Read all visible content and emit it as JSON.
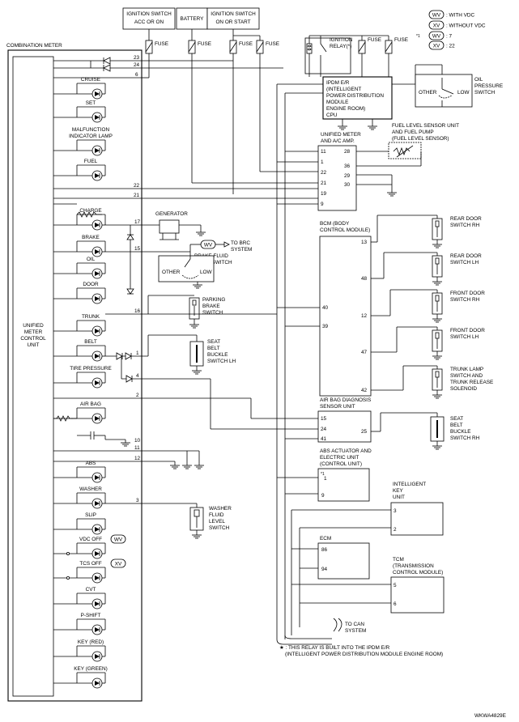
{
  "top_sources": {
    "ign_acc": [
      "IGNITION SWITCH",
      "ACC OR ON"
    ],
    "battery": "BATTERY",
    "ign_on": [
      "IGNITION SWITCH",
      "ON OR START"
    ]
  },
  "fuse": "FUSE",
  "ign_relay": [
    "IGNITION",
    "RELAY(*)"
  ],
  "legend": {
    "wv_code": "WV",
    "wv_text": ": WITH VDC",
    "xv_code": "XV",
    "xv_text": ": WITHOUT VDC",
    "n1_mark": "*1",
    "n1_code": "WV",
    "n1_text": ": 7",
    "n2_code": "XV",
    "n2_text": ": 22"
  },
  "combination_meter": "COMBINATION METER",
  "meter_pins": {
    "p23": "23",
    "p24": "24",
    "p6": "6",
    "p22": "22",
    "p21": "21",
    "p17": "17",
    "p15": "15",
    "p16": "16",
    "p1": "1",
    "p4": "4",
    "p2": "2",
    "p10": "10",
    "p11": "11",
    "p12": "12",
    "p3": "3"
  },
  "meter_unit": [
    "UNIFIED",
    "METER",
    "CONTROL",
    "UNIT"
  ],
  "indicators": [
    "CRUISE",
    "SET",
    "MALFUNCTION",
    "INDICATOR LAMP",
    "FUEL",
    "CHARGE",
    "BRAKE",
    "OIL",
    "DOOR",
    "TRUNK",
    "BELT",
    "TIRE PRESSURE",
    "AIR BAG",
    "ABS",
    "WASHER",
    "SLIP",
    "VDC OFF",
    "TCS OFF",
    "CVT",
    "P-SHIFT",
    "KEY (RED)",
    "KEY (GREEN)"
  ],
  "ipdm": [
    "IPDM E/R",
    "(INTELLIGENT",
    "POWER DISTRIBUTION",
    "MODULE",
    "ENGINE ROOM)",
    "CPU"
  ],
  "oil_pressure": {
    "name": [
      "OIL",
      "PRESSURE",
      "SWITCH"
    ],
    "other": "OTHER",
    "low": "LOW"
  },
  "fuel_sensor": [
    "FUEL LEVEL SENSOR UNIT",
    "AND FUEL PUMP",
    "(FUEL LEVEL SENSOR)"
  ],
  "ac_amp": {
    "name": [
      "UNIFIED METER",
      "AND A/C AMP."
    ],
    "left_pins": [
      "11",
      "1",
      "22",
      "21",
      "19",
      "9"
    ],
    "right_pins": [
      "28",
      "36",
      "29",
      "30"
    ]
  },
  "generator": "GENERATOR",
  "to_brc": [
    "TO BRC",
    "SYSTEM"
  ],
  "brake_fluid": {
    "name": [
      "BRAKE FLUID",
      "LEVEL SWITCH"
    ],
    "other": "OTHER",
    "low": "LOW"
  },
  "parking_brake": [
    "PARKING",
    "BRAKE",
    "SWITCH"
  ],
  "seat_belt_lh": [
    "SEAT",
    "BELT",
    "BUCKLE",
    "SWITCH LH"
  ],
  "bcm": {
    "name": [
      "BCM (BODY",
      "CONTROL MODULE)"
    ],
    "left_pins": [
      "40",
      "39"
    ],
    "right_pins": [
      "13",
      "48",
      "12",
      "47",
      "42"
    ]
  },
  "doors": {
    "rr": [
      "REAR DOOR",
      "SWITCH RH"
    ],
    "rl": [
      "REAR DOOR",
      "SWITCH LH"
    ],
    "fr": [
      "FRONT DOOR",
      "SWITCH RH"
    ],
    "fl": [
      "FRONT DOOR",
      "SWITCH LH"
    ],
    "trunk": [
      "TRUNK LAMP",
      "SWITCH AND",
      "TRUNK RELEASE",
      "SOLENOID"
    ]
  },
  "airbag_unit": {
    "name": [
      "AIR BAG DIAGNOSIS",
      "SENSOR UNIT"
    ],
    "left_pins": [
      "15",
      "24",
      "41"
    ],
    "right_pin": "25"
  },
  "seat_belt_rh": [
    "SEAT",
    "BELT",
    "BUCKLE",
    "SWITCH RH"
  ],
  "abs_unit": {
    "name": [
      "ABS ACTUATOR AND",
      "ELECTRIC UNIT",
      "(CONTROL UNIT)"
    ],
    "pin1": "1",
    "pin9": "9",
    "star": "*1"
  },
  "key_unit": {
    "name": [
      "INTELLIGENT",
      "KEY",
      "UNIT"
    ],
    "pins": [
      "3",
      "2"
    ]
  },
  "ecm": {
    "name": "ECM",
    "pins": [
      "86",
      "94"
    ]
  },
  "tcm": {
    "name": [
      "TCM",
      "(TRANSMISSION",
      "CONTROL MODULE)"
    ],
    "pins": [
      "5",
      "6"
    ]
  },
  "washer_fluid": [
    "WASHER",
    "FLUID",
    "LEVEL",
    "SWITCH"
  ],
  "to_can": [
    "TO CAN",
    "SYSTEM"
  ],
  "footnote": [
    "★ : THIS RELAY IS BUILT INTO THE IPDM E/R",
    "(INTELLIGENT POWER DISTRIBUTION MODULE ENGINE ROOM)"
  ],
  "ref_code": "WKWA4829E",
  "icons": {
    "lamp": "bulb-icon",
    "ground": "ground-icon",
    "diode": "diode-icon",
    "fuse": "fuse-icon",
    "switch": "switch-icon"
  }
}
